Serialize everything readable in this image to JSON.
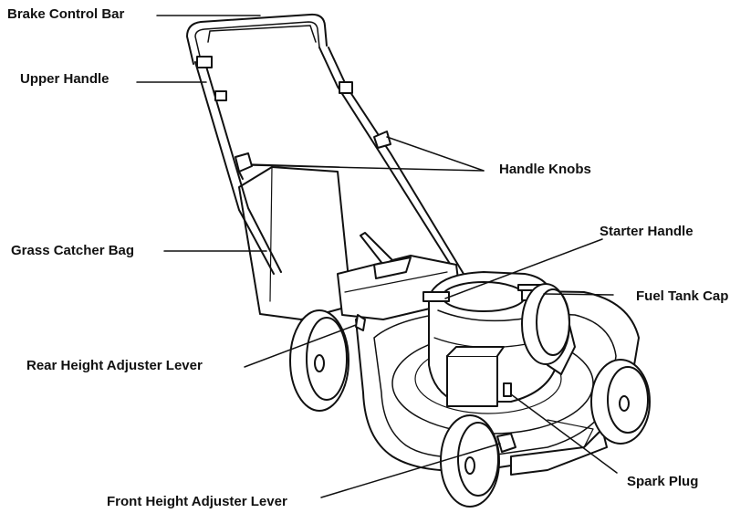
{
  "labels": {
    "brake_control_bar": "Brake Control Bar",
    "upper_handle": "Upper Handle",
    "handle_knobs": "Handle Knobs",
    "starter_handle": "Starter Handle",
    "grass_catcher_bag": "Grass Catcher Bag",
    "fuel_tank_cap": "Fuel Tank Cap",
    "rear_height_adjuster_lever": "Rear Height Adjuster Lever",
    "spark_plug": "Spark Plug",
    "front_height_adjuster_lever": "Front Height Adjuster Lever"
  },
  "colors": {
    "line": "#111111",
    "background": "#ffffff"
  }
}
